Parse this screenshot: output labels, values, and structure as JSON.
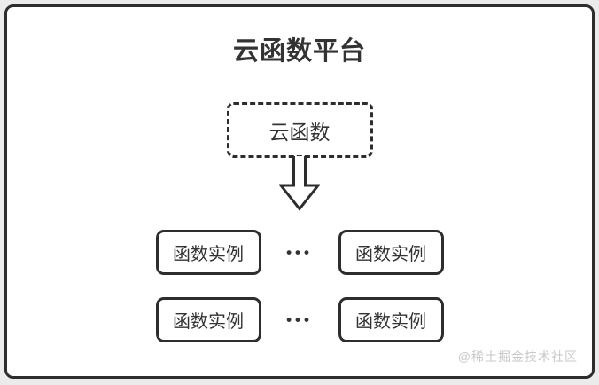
{
  "frame": {
    "outer_bg": "#ebebeb",
    "inner_bg": "#ffffff",
    "border_color": "#2d2d2d"
  },
  "title": {
    "text": "云函数平台"
  },
  "cloud_function": {
    "label": "云函数"
  },
  "icons": {
    "down_arrow": "hollow-down-arrow"
  },
  "instance_rows": [
    {
      "left_label": "函数实例",
      "ellipsis": "•••",
      "right_label": "函数实例"
    },
    {
      "left_label": "函数实例",
      "ellipsis": "•••",
      "right_label": "函数实例"
    }
  ],
  "watermark": {
    "text": "@稀土掘金技术社区",
    "color": "#c9c9c9"
  }
}
